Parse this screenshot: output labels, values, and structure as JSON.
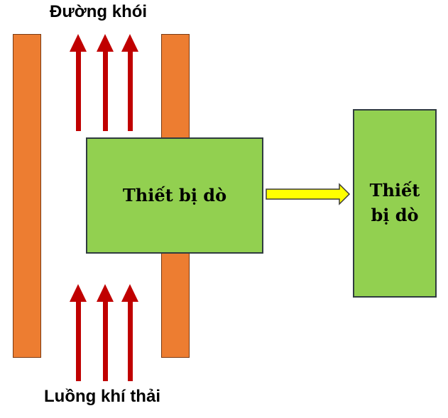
{
  "top_label": "Đường khói",
  "bottom_label": "Luồng khí thải",
  "main_device_label": "Thiết bị dò",
  "side_device_label": "Thiết\nbị dò",
  "colors": {
    "pipe": "#ED7D31",
    "device_box": "#92D050",
    "flow_arrow": "#C00000",
    "signal_arrow": "#FFFF00"
  },
  "icons": {
    "flow_arrow": "up-arrow-icon",
    "signal_arrow": "right-arrow-icon"
  }
}
